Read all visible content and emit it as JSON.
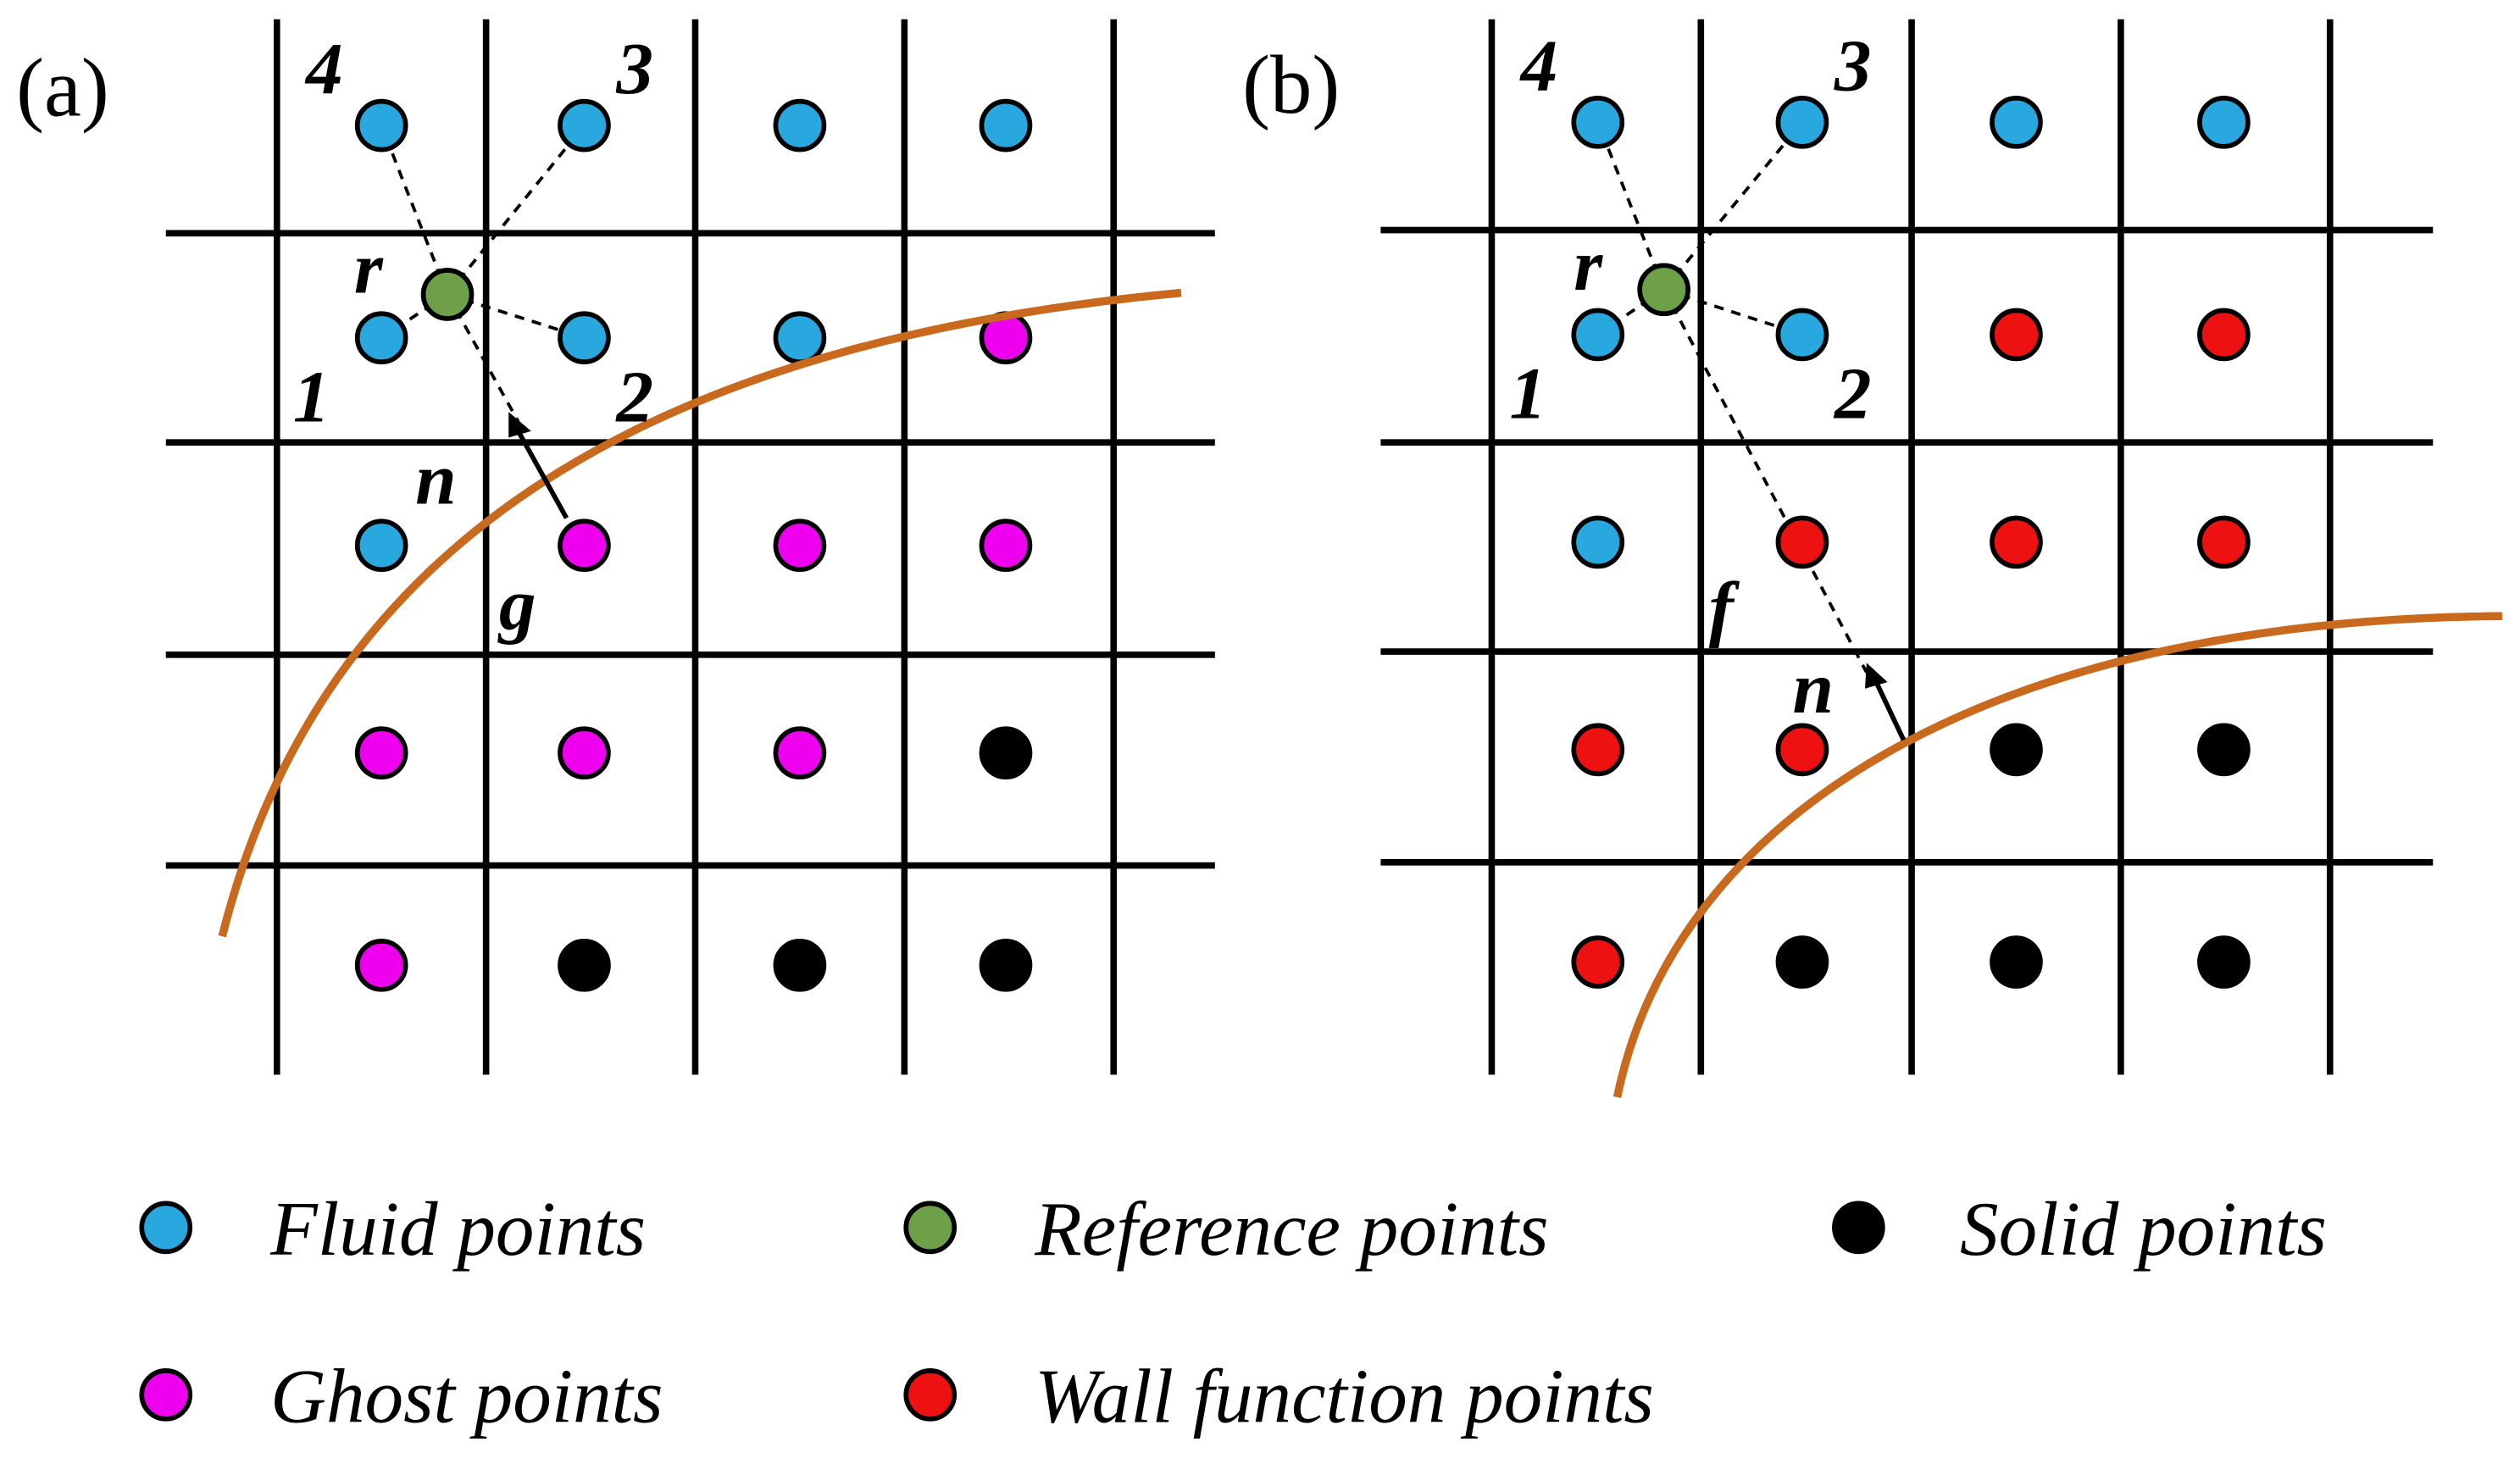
{
  "colors": {
    "fluid": "#29a8e0",
    "reference": "#6ea04a",
    "solid": "#000000",
    "ghost": "#ee00ee",
    "wall": "#ee1111",
    "boundary": "#c8691e",
    "grid": "#000000"
  },
  "panels": [
    {
      "id": "a",
      "label": "(a)",
      "rows": [
        [
          "fluid",
          "fluid",
          "fluid",
          "fluid"
        ],
        [
          "fluid",
          "fluid",
          "fluid",
          "ghost"
        ],
        [
          "fluid",
          "ghost",
          "ghost",
          "ghost"
        ],
        [
          "ghost",
          "ghost",
          "ghost",
          "solid"
        ],
        [
          "ghost",
          "solid",
          "solid",
          "solid"
        ]
      ],
      "labels": {
        "n1": "1",
        "n2": "2",
        "n3": "3",
        "n4": "4",
        "r": "r",
        "n": "n",
        "g": "g"
      }
    },
    {
      "id": "b",
      "label": "(b)",
      "rows": [
        [
          "fluid",
          "fluid",
          "fluid",
          "fluid"
        ],
        [
          "fluid",
          "fluid",
          "wall",
          "wall"
        ],
        [
          "fluid",
          "wall",
          "wall",
          "wall"
        ],
        [
          "wall",
          "wall",
          "solid",
          "solid"
        ],
        [
          "wall",
          "solid",
          "solid",
          "solid"
        ]
      ],
      "labels": {
        "n1": "1",
        "n2": "2",
        "n3": "3",
        "n4": "4",
        "r": "r",
        "n": "n",
        "f": "f"
      }
    }
  ],
  "legend": {
    "fluid": "Fluid points",
    "reference": "Reference points",
    "solid": "Solid points",
    "ghost": "Ghost points",
    "wall": "Wall function points"
  }
}
